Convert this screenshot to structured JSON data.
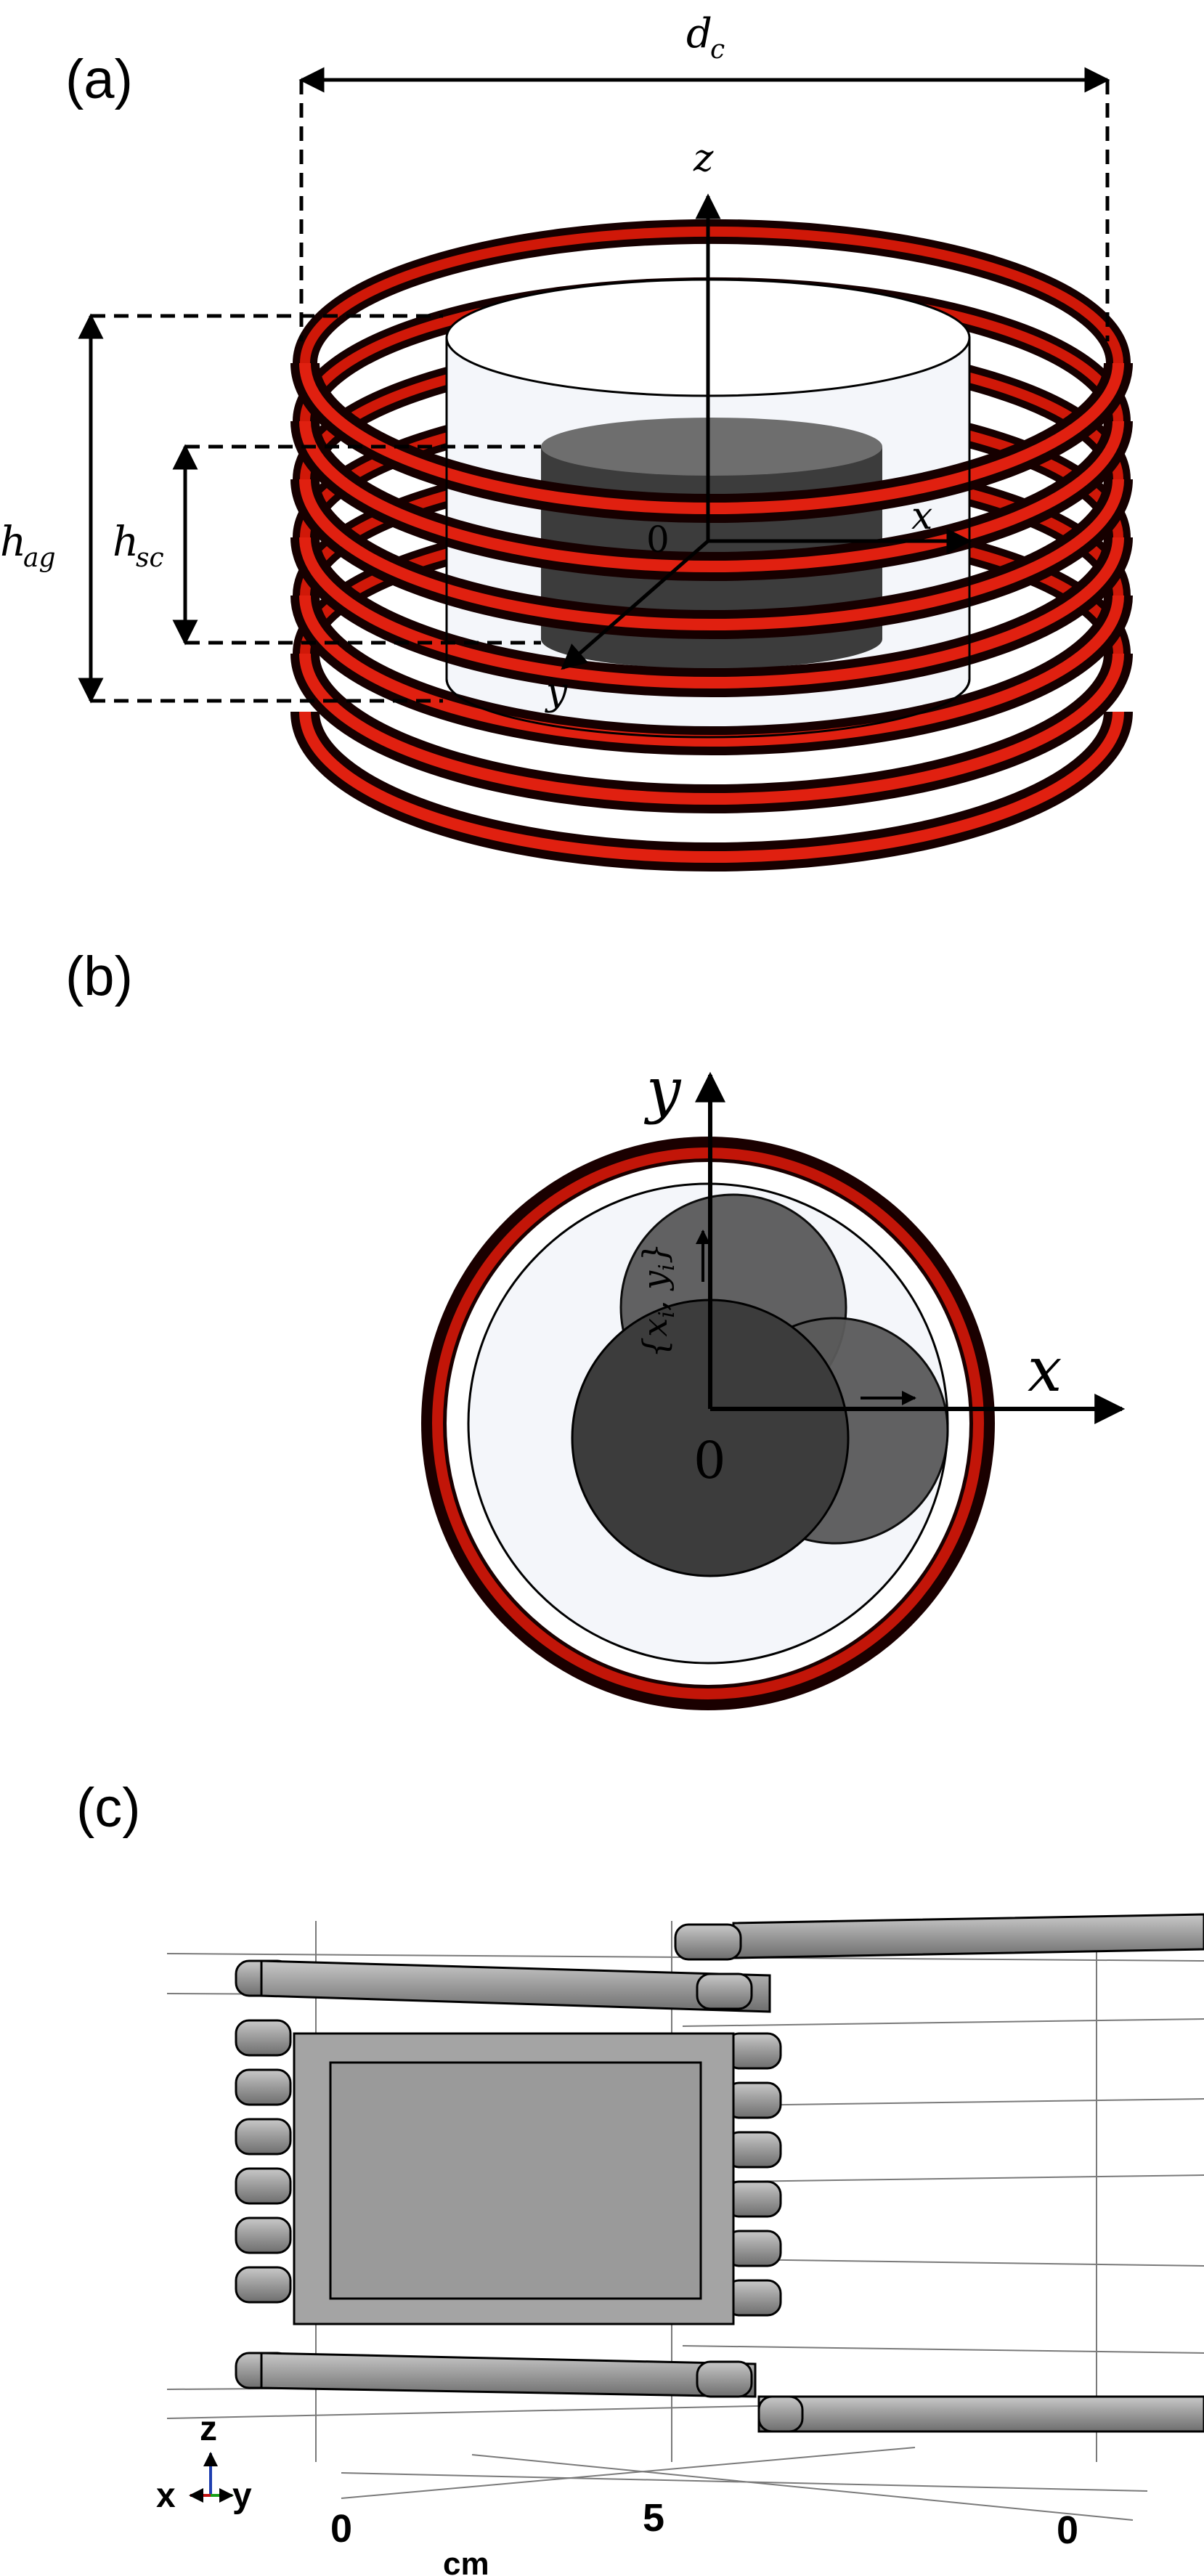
{
  "panels": {
    "a": {
      "label": "(a)",
      "dim_dc": "d",
      "dim_dc_sub": "c",
      "dim_hag": "h",
      "dim_hag_sub": "ag",
      "dim_hsc": "h",
      "dim_hsc_sub": "sc",
      "axis_z": "z",
      "axis_x": "x",
      "axis_y": "y",
      "origin": "0"
    },
    "b": {
      "label": "(b)",
      "axis_x": "x",
      "axis_y": "y",
      "origin": "0",
      "coord_label": "{x",
      "coord_label_i1": "i",
      "coord_label_mid": ", y",
      "coord_label_i2": "i",
      "coord_label_end": "}"
    },
    "c": {
      "label": "(c)",
      "triad_z": "z",
      "triad_x": "x",
      "triad_y": "y",
      "scale_0a": "0",
      "scale_5": "5",
      "scale_0b": "0",
      "scale_unit": "cm"
    }
  },
  "colors": {
    "coil_red": "#cc1a0a",
    "coil_dark": "#1a0000",
    "sample_dark": "#3c3c3c",
    "sample_top": "#6e6e6e",
    "container_fill": "#f4f6fa",
    "mesh_gray": "#a4a4a4"
  }
}
